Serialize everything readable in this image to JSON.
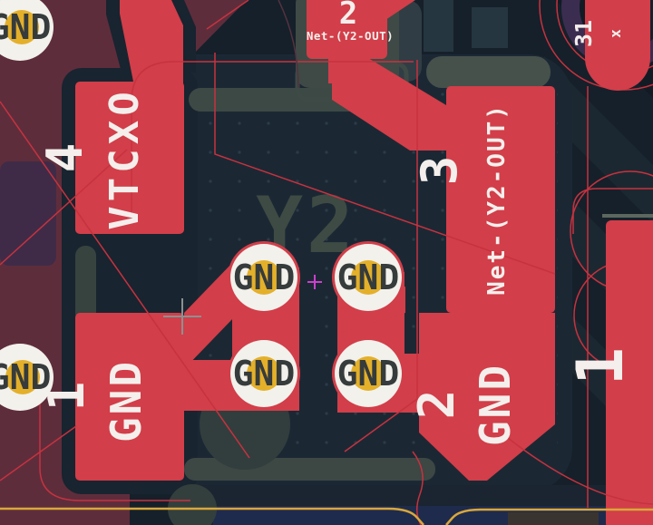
{
  "app_context": "pcb-editor-canvas",
  "component": {
    "reference": "Y2"
  },
  "pads": {
    "p1": {
      "number": "1",
      "net": "GND"
    },
    "p2": {
      "number": "2",
      "net": "GND"
    },
    "p3": {
      "number": "3",
      "net": "Net-(Y2-OUT)"
    },
    "p4": {
      "number": "4",
      "net": "VTCXO"
    }
  },
  "neighbor_top_pad": {
    "number": "2",
    "net": "Net-(Y2-OUT)"
  },
  "neighbor_corner_pad": {
    "number": "31",
    "net": "x"
  },
  "neighbor_right_pad": {
    "number": "1"
  },
  "via": {
    "label": "GND"
  },
  "colors": {
    "copper_red": "#d23e49",
    "board_navy": "#1b2834",
    "pour_maroon": "#5e2d3c",
    "via_white": "#f2f1ec",
    "via_hole_yellow": "#e4b02a",
    "dimmed_layer_gray": "#3d4944",
    "silkscreen_ref": "#3e4a44",
    "hairline_red": "#c7323f",
    "trace_yellow": "#d9a83b",
    "inner_layer_blue": "#1f2b4c",
    "anchor_magenta": "#cc3fcc"
  }
}
